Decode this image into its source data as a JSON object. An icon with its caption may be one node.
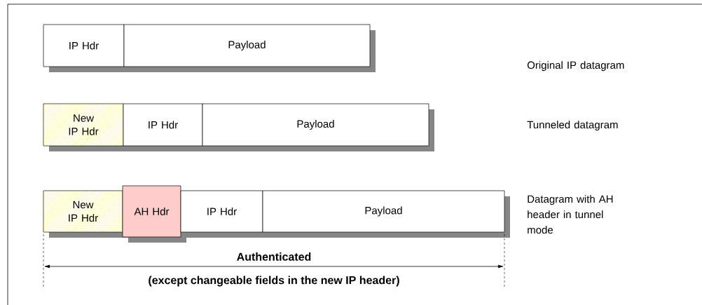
{
  "diagram": {
    "nodes": [
      {
        "text": [
          "IP Hdr"
        ]
      },
      {
        "text": [
          "Payload"
        ]
      },
      {
        "text": [
          "New IP Hdr"
        ]
      },
      {
        "text": [
          "IP Hdr"
        ]
      },
      {
        "text": [
          "Payload"
        ]
      },
      {
        "text": [
          "New IP Hdr"
        ]
      },
      {
        "text": [
          "AH Hdr"
        ]
      },
      {
        "text": [
          "IP Hdr"
        ]
      },
      {
        "text": [
          "Payload"
        ]
      }
    ],
    "labels": [
      "Original IP datagram",
      "Tunneled datagram",
      "Datagram with AH header in tunnel mode",
      "Authenticated",
      "(except changeable fields in the new IP header)"
    ]
  }
}
